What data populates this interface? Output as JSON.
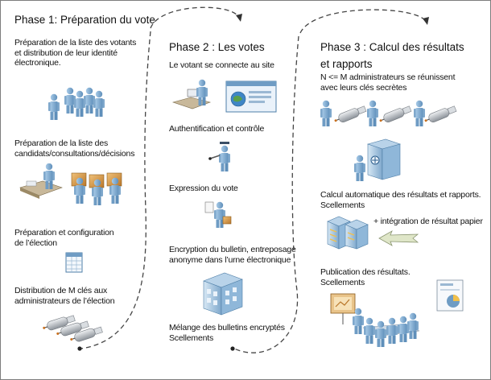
{
  "phase1": {
    "title": "Phase 1: Préparation du vote",
    "steps": {
      "voters": [
        "Préparation de la liste des votants",
        "et distribution de leur identité",
        "électronique."
      ],
      "candidates": [
        "Préparation de la liste des",
        "candidats/consultations/décisions"
      ],
      "config": [
        "Préparation et configuration",
        "de l’élection"
      ],
      "keys": [
        "Distribution de M clés aux",
        "administrateurs de l’élection"
      ]
    }
  },
  "phase2": {
    "title": "Phase 2 : Les votes",
    "steps": {
      "connect": [
        "Le votant se connecte au site"
      ],
      "auth": [
        "Authentification et contrôle"
      ],
      "vote": [
        "Expression du vote"
      ],
      "encrypt": [
        "Encryption du bulletin, entreposage",
        "anonyme dans l’urne électronique"
      ],
      "mix": [
        "Mélange des bulletins encryptés",
        "Scellements"
      ]
    }
  },
  "phase3": {
    "title": [
      "Phase 3 : Calcul des résultats",
      "et rapports"
    ],
    "steps": {
      "admins": [
        "N <= M administrateurs se réunissent",
        "avec leurs clés secrètes"
      ],
      "compute": [
        "Calcul automatique des résultats et rapports.",
        "Scellements"
      ],
      "paper": [
        "+ intégration de résultat papier"
      ],
      "publish": [
        "Publication des résultats.",
        "Scellements"
      ]
    }
  },
  "icons": [
    "person-icon",
    "voter-group-icon",
    "desk-worker-icon",
    "ballot-box-icon",
    "spreadsheet-icon",
    "usb-key-icon",
    "website-icon",
    "guard-icon",
    "voter-ballot-icon",
    "building-icon",
    "vault-icon",
    "server-icon",
    "arrow-left-icon",
    "presentation-icon",
    "report-icon"
  ],
  "colors": {
    "person": "#8fb7d9",
    "person_dark": "#4f7fa8",
    "flow_line": "#444444",
    "box": "#c98a3a",
    "usb_metal": "#b7bcc2"
  }
}
